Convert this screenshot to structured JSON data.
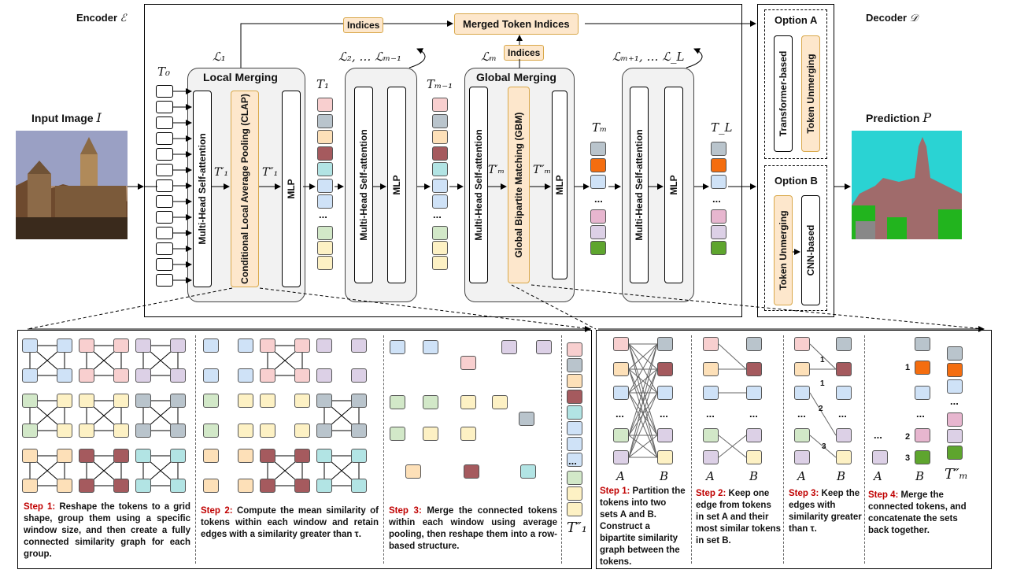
{
  "encoder_label": "Encoder",
  "encoder_symbol": "ℰ",
  "decoder_label": "Decoder",
  "decoder_symbol": "𝒟",
  "input_label": "Input Image",
  "input_symbol": "I",
  "prediction_label": "Prediction",
  "prediction_symbol": "P",
  "indices_label": "Indices",
  "merged_indices_label": "Merged Token Indices",
  "local_merging_title": "Local Merging",
  "global_merging_title": "Global Merging",
  "layer_L1": "ℒ₁",
  "layer_L2": "ℒ₂, … ℒₘ₋₁",
  "layer_Lm": "ℒₘ",
  "layer_Lm1": "ℒₘ₊₁, … ℒ_L",
  "T0": "T₀",
  "T1": "T₁",
  "Tm1": "Tₘ₋₁",
  "Tm": "Tₘ",
  "TL": "T_L",
  "T1p": "T′₁",
  "T1pp": "T″₁",
  "Tmp": "T′ₘ",
  "Tmpp": "T″ₘ",
  "mhsa": "Multi-Head Self-attention",
  "mlp": "MLP",
  "clap": "Conditional Local Average Pooling (CLAP)",
  "gbm": "Global Bipartite Matching (GBM)",
  "option_a": "Option A",
  "option_b": "Option B",
  "transformer_based": "Transformer-based",
  "token_unmerging": "Token Unmerging",
  "cnn_based": "CNN-based",
  "dots": "...",
  "set_a": "A",
  "set_b": "B",
  "num1": "1",
  "num2": "2",
  "num3": "3",
  "step1_lm_head": "Step 1:",
  "step1_lm_text": "Reshape the tokens to a grid shape, group them using a specific window size, and then create a fully connected similarity graph for each group.",
  "step2_lm_head": "Step 2:",
  "step2_lm_text": "Compute the mean similarity of tokens within each window and retain edges with a similarity greater than τ.",
  "step3_lm_head": "Step 3:",
  "step3_lm_text": "Merge the connected tokens within each window using average pooling, then reshape them into a row-based structure.",
  "step1_gm_head": "Step 1:",
  "step1_gm_text": "Partition the tokens into two sets A and B. Construct a bipartite similarity graph between the tokens.",
  "step2_gm_head": "Step 2:",
  "step2_gm_text": "Keep one edge from tokens in set A and their most similar tokens in set B.",
  "step3_gm_head": "Step 3:",
  "step3_gm_text": "Keep the edges with similarity greater than τ.",
  "step4_gm_head": "Step 4:",
  "step4_gm_text": "Merge the connected tokens, and concatenate the sets back together.",
  "colors": {
    "pink": "#f8cfcf",
    "gray": "#b9c4cc",
    "peach": "#fde0b8",
    "maroon": "#a55a5e",
    "teal": "#b2e4e4",
    "blue": "#cfe2f7",
    "green": "#d2e8c8",
    "yellow": "#fdf1c4",
    "lavender": "#dcd0e6",
    "orange": "#f46d0f",
    "mauve": "#e7b6cf",
    "darkgreen": "#5ea52e"
  }
}
